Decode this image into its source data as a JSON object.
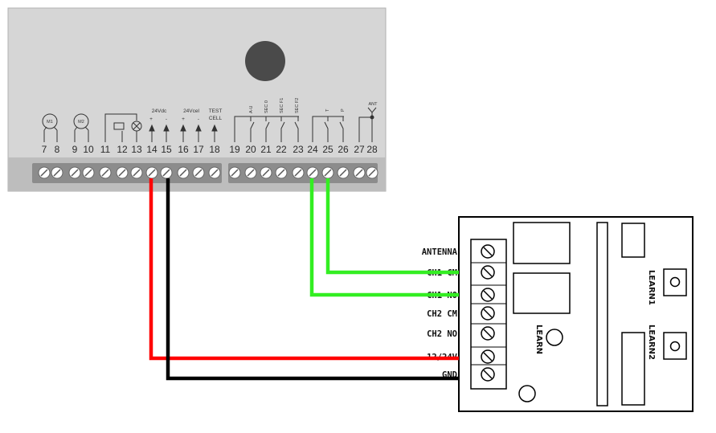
{
  "controller": {
    "terminal_numbers": [
      "7",
      "8",
      "9",
      "10",
      "11",
      "12",
      "13",
      "14",
      "15",
      "16",
      "17",
      "18",
      "19",
      "20",
      "21",
      "22",
      "23",
      "24",
      "25",
      "26",
      "27",
      "28"
    ],
    "motor_labels": [
      "M1",
      "M2"
    ],
    "supply_24vdc": {
      "label": "24Vdc",
      "plus": "+",
      "minus": "-"
    },
    "supply_24vcel": {
      "label": "24Vcel",
      "plus": "+",
      "minus": "-"
    },
    "test_cell": {
      "line1": "TEST",
      "line2": "CELL"
    },
    "contact_labels": [
      "A-U",
      "SEC 0",
      "SEC F1",
      "SEC F2",
      "T",
      "P"
    ],
    "ant_label": "ANT"
  },
  "receiver": {
    "pin_labels": [
      "ANTENNA",
      "CH1 CM",
      "CH1 NO",
      "CH2 CM",
      "CH2 NO",
      "12/24V",
      "GND"
    ],
    "learn_button_labels": [
      "LEARN1",
      "LEARN2"
    ],
    "learn_center_label": "LEARN"
  },
  "wires": [
    {
      "from": "14",
      "to": "12/24V",
      "color": "#ff0000"
    },
    {
      "from": "15",
      "to": "GND",
      "color": "#000000"
    },
    {
      "from": "24",
      "to": "CH1 NO",
      "color": "#33ee22"
    },
    {
      "from": "25",
      "to": "CH1 CM",
      "color": "#33ee22"
    }
  ],
  "colors": {
    "panel": "#d6d6d6",
    "panel_shade": "#bdbdbd",
    "terminal_strip": "#8c8c8c",
    "dark_circle": "#4a4a4a",
    "red_wire": "#ff0000",
    "black_wire": "#000000",
    "green_wire": "#33ee22"
  }
}
